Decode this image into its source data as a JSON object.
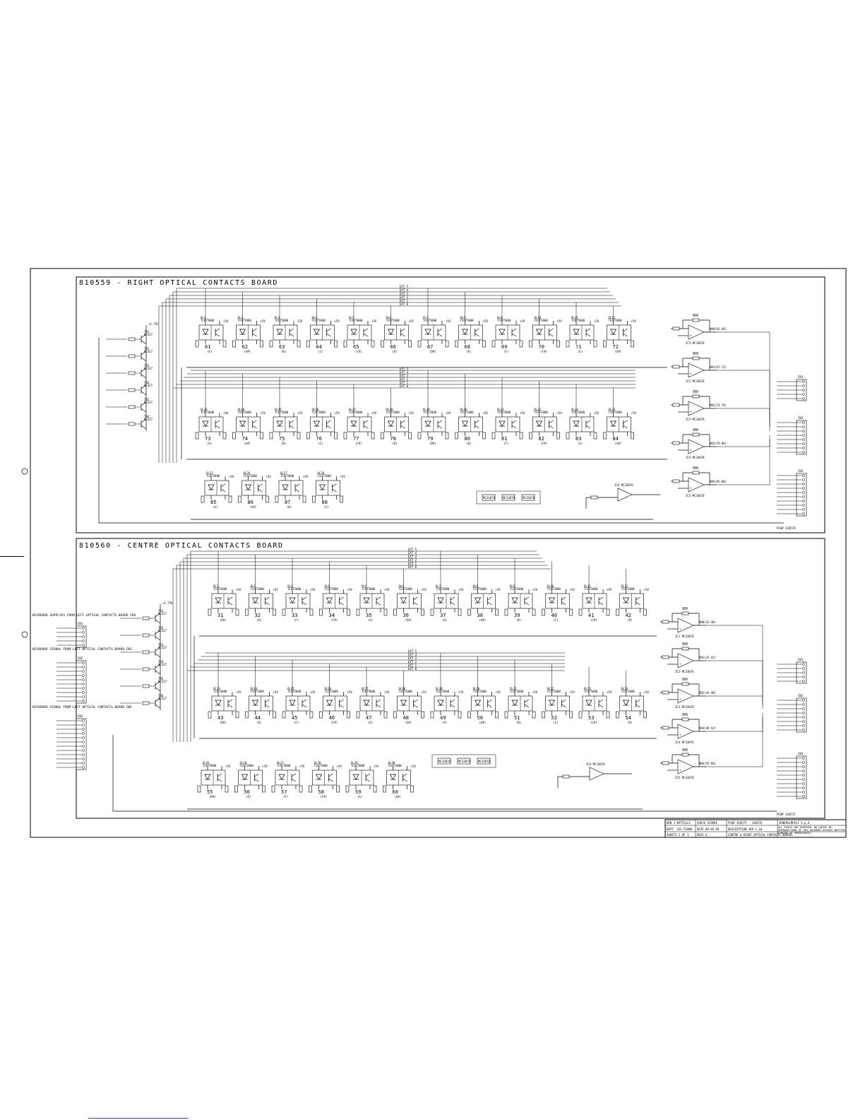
{
  "boards": [
    {
      "title": "810559 - RIGHT OPTICAL CONTACTS BOARD",
      "pcb": "PCB# 310576",
      "bus_top": [
        "EXT 5",
        "EXT 4",
        "EXT 3",
        "EXT 2",
        "EXT 1",
        "EXT 0"
      ],
      "bus_mid": [
        "EXT 5",
        "EXT 4",
        "EXT 3",
        "EXT 2",
        "EXT 1",
        "EXT 0"
      ],
      "row1": [
        {
          "key": "61",
          "note": "(A)",
          "ref": "OL1"
        },
        {
          "key": "62",
          "note": "(A#)",
          "ref": "OL2"
        },
        {
          "key": "63",
          "note": "(B)",
          "ref": "OL3"
        },
        {
          "key": "64",
          "note": "(C)",
          "ref": "OL4"
        },
        {
          "key": "65",
          "note": "(C#)",
          "ref": "OL5"
        },
        {
          "key": "66",
          "note": "(D)",
          "ref": "OL6"
        },
        {
          "key": "67",
          "note": "(D#)",
          "ref": "OL7"
        },
        {
          "key": "68",
          "note": "(E)",
          "ref": "OL8"
        },
        {
          "key": "69",
          "note": "(F)",
          "ref": "OL9"
        },
        {
          "key": "70",
          "note": "(F#)",
          "ref": "OL10"
        },
        {
          "key": "71",
          "note": "(G)",
          "ref": "OL11"
        },
        {
          "key": "72",
          "note": "(G#)",
          "ref": "OL12"
        }
      ],
      "row2": [
        {
          "key": "73",
          "note": "(A)",
          "ref": "OL13"
        },
        {
          "key": "74",
          "note": "(A#)",
          "ref": "OL14"
        },
        {
          "key": "75",
          "note": "(B)",
          "ref": "OL15"
        },
        {
          "key": "76",
          "note": "(C)",
          "ref": "OL16"
        },
        {
          "key": "77",
          "note": "(C#)",
          "ref": "OL17"
        },
        {
          "key": "78",
          "note": "(D)",
          "ref": "OL18"
        },
        {
          "key": "79",
          "note": "(D#)",
          "ref": "OL19"
        },
        {
          "key": "80",
          "note": "(E)",
          "ref": "OL20"
        },
        {
          "key": "81",
          "note": "(F)",
          "ref": "OL21"
        },
        {
          "key": "82",
          "note": "(F#)",
          "ref": "OL22"
        },
        {
          "key": "83",
          "note": "(G)",
          "ref": "OL23"
        },
        {
          "key": "84",
          "note": "(G#)",
          "ref": "OL24"
        }
      ],
      "row3": [
        {
          "key": "85",
          "note": "(A)",
          "ref": "OL25"
        },
        {
          "key": "86",
          "note": "(A#)",
          "ref": "OL26"
        },
        {
          "key": "87",
          "note": "(B)",
          "ref": "OL27"
        },
        {
          "key": "88",
          "note": "(C)",
          "ref": "OL28"
        }
      ],
      "amps": [
        "AN0(61-66)",
        "AN1(67-72)",
        "AN2(73-78)",
        "AN3(79-84)",
        "AN4(85-88)"
      ],
      "connector_top": "CN1",
      "connector_mid": "CN2",
      "connector_bot": "CN3"
    },
    {
      "title": "810560 - CENTRE OPTICAL CONTACTS BOARD",
      "pcb": "PCB# 310575",
      "bus_top": [
        "EXT 5",
        "EXT 4",
        "EXT 3",
        "EXT 2",
        "EXT 1",
        "EXT 0"
      ],
      "bus_mid": [
        "EXT 5",
        "EXT 4",
        "EXT 3",
        "EXT 2",
        "EXT 1",
        "EXT 0"
      ],
      "row1": [
        {
          "key": "31",
          "note": "(D#)",
          "ref": "OL1"
        },
        {
          "key": "32",
          "note": "(E)",
          "ref": "OL2"
        },
        {
          "key": "33",
          "note": "(F)",
          "ref": "OL3"
        },
        {
          "key": "34",
          "note": "(F#)",
          "ref": "OL4"
        },
        {
          "key": "35",
          "note": "(G)",
          "ref": "OL5"
        },
        {
          "key": "36",
          "note": "(G#)",
          "ref": "OL6"
        },
        {
          "key": "37",
          "note": "(A)",
          "ref": "OL7"
        },
        {
          "key": "38",
          "note": "(A#)",
          "ref": "OL8"
        },
        {
          "key": "39",
          "note": "(B)",
          "ref": "OL9"
        },
        {
          "key": "40",
          "note": "(C)",
          "ref": "OL10"
        },
        {
          "key": "41",
          "note": "(C#)",
          "ref": "OL11"
        },
        {
          "key": "42",
          "note": "(D)",
          "ref": "OL12"
        }
      ],
      "row2": [
        {
          "key": "43",
          "note": "(D#)",
          "ref": "OL13"
        },
        {
          "key": "44",
          "note": "(E)",
          "ref": "OL14"
        },
        {
          "key": "45",
          "note": "(F)",
          "ref": "OL15"
        },
        {
          "key": "46",
          "note": "(F#)",
          "ref": "OL16"
        },
        {
          "key": "47",
          "note": "(G)",
          "ref": "OL17"
        },
        {
          "key": "48",
          "note": "(G#)",
          "ref": "OL18"
        },
        {
          "key": "49",
          "note": "(A)",
          "ref": "OL19"
        },
        {
          "key": "50",
          "note": "(A#)",
          "ref": "OL20"
        },
        {
          "key": "51",
          "note": "(B)",
          "ref": "OL21"
        },
        {
          "key": "52",
          "note": "(C)",
          "ref": "OL22"
        },
        {
          "key": "53",
          "note": "(C#)",
          "ref": "OL23"
        },
        {
          "key": "54",
          "note": "(D)",
          "ref": "OL24"
        }
      ],
      "row3": [
        {
          "key": "55",
          "note": "(D#)",
          "ref": "OL25"
        },
        {
          "key": "56",
          "note": "(E)",
          "ref": "OL26"
        },
        {
          "key": "57",
          "note": "(F)",
          "ref": "OL27"
        },
        {
          "key": "58",
          "note": "(F#)",
          "ref": "OL28"
        },
        {
          "key": "59",
          "note": "(G)",
          "ref": "OL29"
        },
        {
          "key": "60",
          "note": "(G#)",
          "ref": "OL30"
        }
      ],
      "amps": [
        "AN0(31-36)",
        "AN1(37-42)",
        "AN2(43-48)",
        "AN3(49-54)",
        "AN4(55-60)"
      ],
      "connector_top": "CN1",
      "connector_mid": "CN2",
      "connector_bot": "CN3"
    }
  ],
  "sensor_part": "TCRT5000",
  "transistor_part": "BC327",
  "opamp_part": "MC33078",
  "supply_label": "+5V",
  "supply_label_2": "+2.75V",
  "left_notes": [
    "KEYBOARD SUPPLIES FROM LEFT OPTICAL CONTACTS BOARD CN3",
    "KEYBOARD SIGNAL FROM LEFT OPTICAL CONTACTS BOARD CN2",
    "KEYBOARD SIGNAL FROM LEFT OPTICAL CONTACTS BOARD CN5"
  ],
  "title_block": {
    "drn": "DRN  J.BATTELLI",
    "check": "CHECK  SCOOBI",
    "pcb": "PCB# 310575 - 310576",
    "company": "GENERALMUSIC S.p.A.",
    "dept": "DEPT. SIS PIANO",
    "date": "DATE 09-05-99",
    "description_label": "DESCRIPTION",
    "model": "GRP-1.10",
    "description": "CENTRE & RIGHT OPTICAL CONTACTS BOARDS",
    "sheet": "SHEETS 1 OF 1",
    "rev": "REVS A",
    "rights": "ALL RIGHTS ARE RESERVED. NO COPIES OR REPRODUCTIONS OF THIS DOCUMENT WITHOUT WRITTEN CONSENT OF GENERALMUSIC"
  }
}
